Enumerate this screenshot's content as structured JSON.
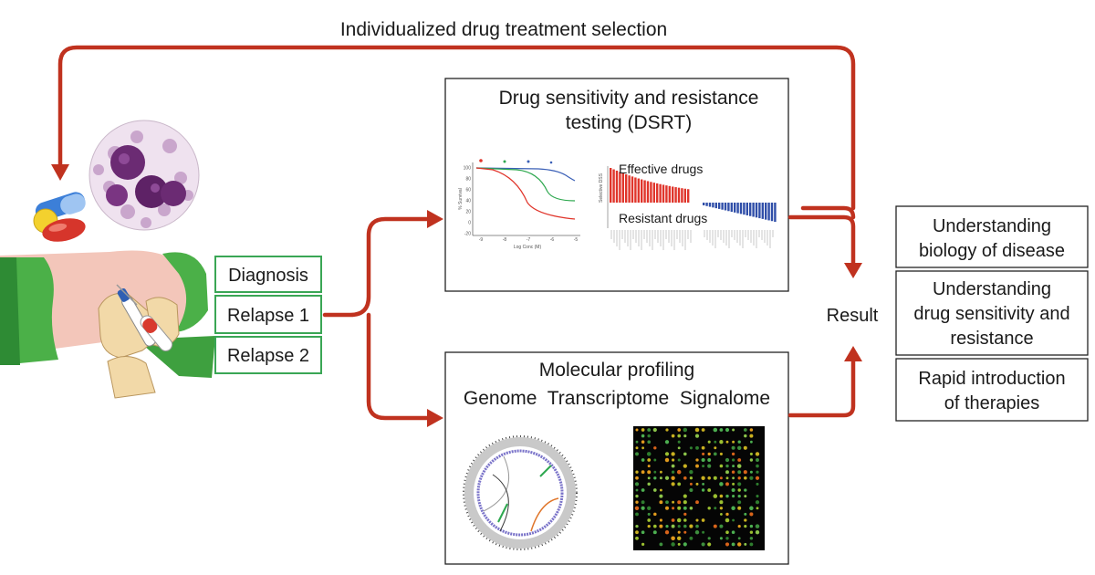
{
  "top_flow": {
    "label": "Individualized drug treatment selection"
  },
  "samples": [
    {
      "label": "Diagnosis"
    },
    {
      "label": "Relapse 1"
    },
    {
      "label": "Relapse 2"
    }
  ],
  "dsrt": {
    "title_line1": "Drug sensitivity and resistance",
    "title_line2": "testing (DSRT)",
    "curve_chart": {
      "ylabel": "% Survival",
      "xlabel": "Log Conc (M)",
      "yticks": [
        "100",
        "80",
        "60",
        "40",
        "20",
        "0",
        "-20"
      ],
      "xticks": [
        "-9",
        "-8",
        "-7",
        "-6",
        "-5"
      ]
    },
    "effective_label": "Effective drugs",
    "resistant_label": "Resistant drugs",
    "bar_axis_label": "Selective DSS"
  },
  "molecular": {
    "title": "Molecular profiling",
    "subtitle": "Genome  Transcriptome  Signalome"
  },
  "result": {
    "label": "Result",
    "items": [
      {
        "line1": "Understanding",
        "line2": "biology of disease",
        "line3": ""
      },
      {
        "line1": "Understanding",
        "line2": "drug sensitivity and",
        "line3": "resistance"
      },
      {
        "line1": "Rapid introduction",
        "line2": "of therapies",
        "line3": ""
      }
    ]
  },
  "colors": {
    "arrow": "#c0321f",
    "sample_box_border": "#3aa655",
    "panel_border": "#222222",
    "effective_bars": "#e0352b",
    "resistant_bars": "#2f4ea8"
  }
}
